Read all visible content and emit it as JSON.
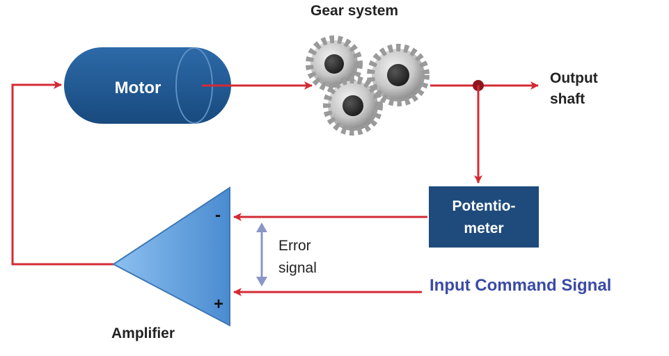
{
  "labels": {
    "motor": "Motor",
    "gear_system": "Gear system",
    "output_shaft_line1": "Output",
    "output_shaft_line2": "shaft",
    "potentiometer_line1": "Potentio-",
    "potentiometer_line2": "meter",
    "error_signal_line1": "Error",
    "error_signal_line2": "signal",
    "input_command_signal": "Input Command Signal",
    "amplifier": "Amplifier",
    "minus_sign": "-",
    "plus_sign": "+"
  },
  "colors": {
    "signal_line": "#d42a35",
    "junction_dot": "#8e1520",
    "motor_fill": "#1f5690",
    "potentiometer_fill": "#1e4b7c",
    "amplifier_fill": "#5b9bdc",
    "error_arrow": "#8a96c8",
    "input_text": "#3b4aa6",
    "gear_metal": "#cfcfcf"
  },
  "icons": {
    "gears": "gear-icon"
  }
}
